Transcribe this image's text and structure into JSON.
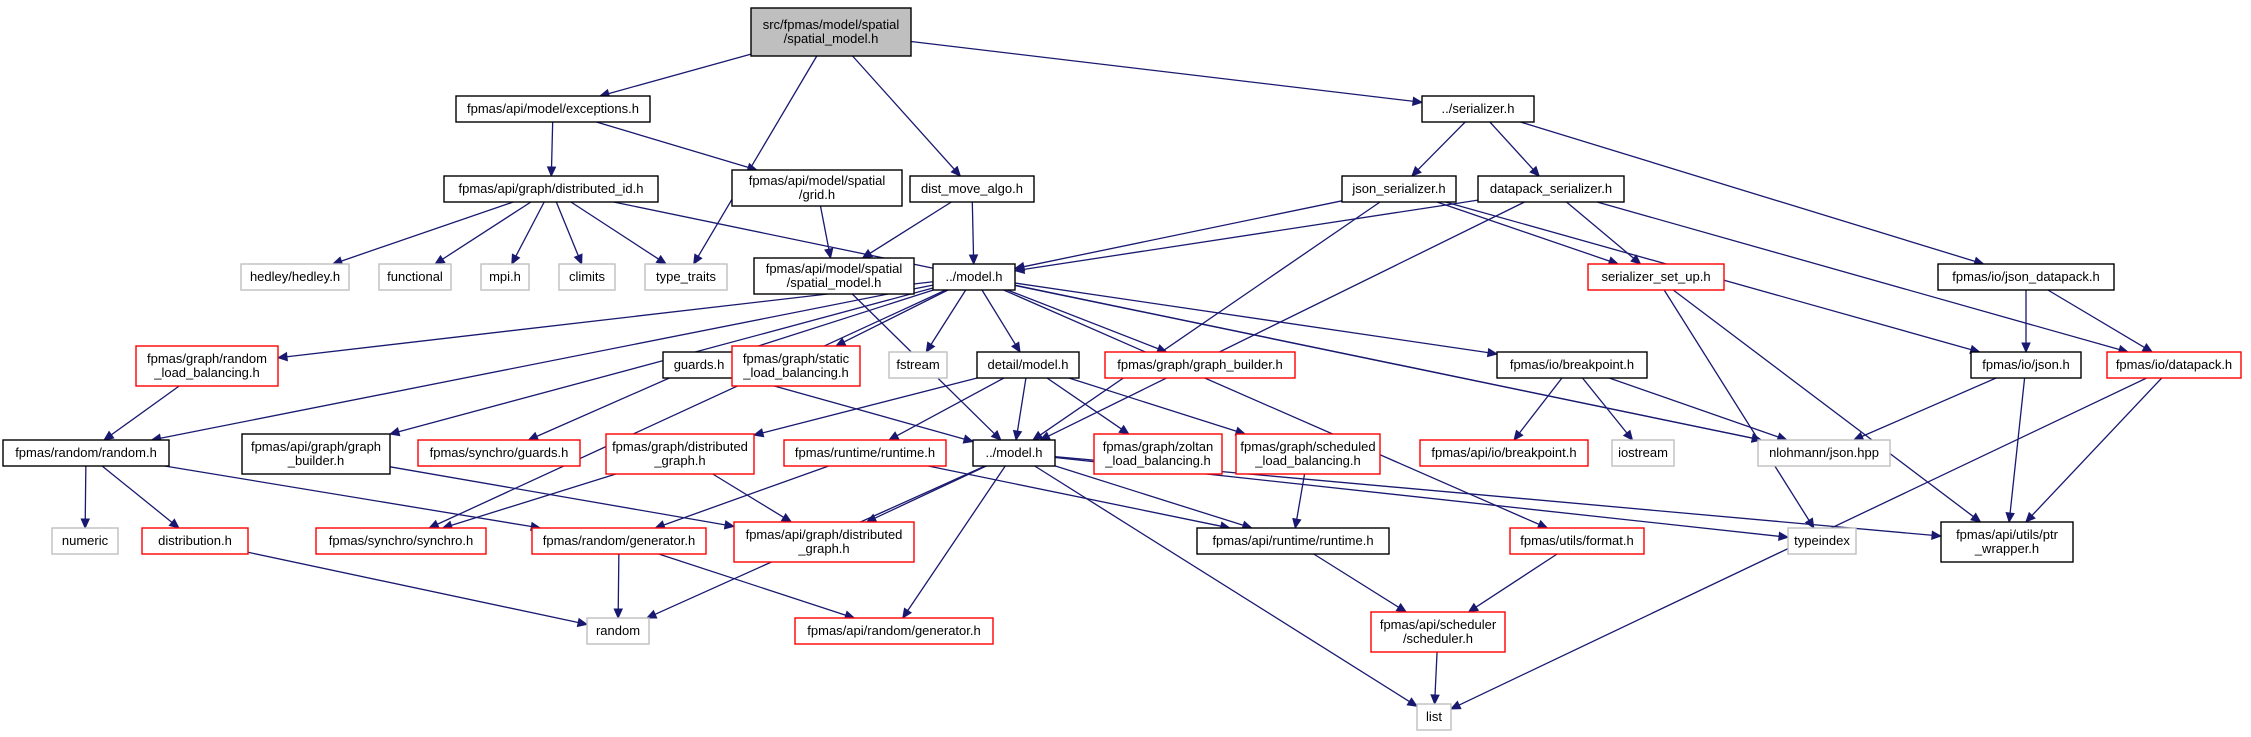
{
  "graph": {
    "colors": {
      "edge": "#191970",
      "border_black": "#000000",
      "border_red": "#ff0000",
      "border_grey": "#bfbfbf",
      "root_fill": "#bfbfbf",
      "fill": "#ffffff"
    },
    "nodes": [
      {
        "id": "root",
        "lines": [
          "src/fpmas/model/spatial",
          "/spatial_model.h"
        ],
        "style": "root"
      },
      {
        "id": "exceptions",
        "lines": [
          "fpmas/api/model/exceptions.h"
        ],
        "style": "black"
      },
      {
        "id": "dist_move",
        "lines": [
          "dist_move_algo.h"
        ],
        "style": "black"
      },
      {
        "id": "serializer",
        "lines": [
          "../serializer.h"
        ],
        "style": "black"
      },
      {
        "id": "distributed_id",
        "lines": [
          "fpmas/api/graph/distributed_id.h"
        ],
        "style": "black"
      },
      {
        "id": "api_grid",
        "lines": [
          "fpmas/api/model/spatial",
          "/grid.h"
        ],
        "style": "black"
      },
      {
        "id": "json_serializer",
        "lines": [
          "json_serializer.h"
        ],
        "style": "black"
      },
      {
        "id": "datapack_serializer",
        "lines": [
          "datapack_serializer.h"
        ],
        "style": "black"
      },
      {
        "id": "hedley",
        "lines": [
          "hedley/hedley.h"
        ],
        "style": "grey"
      },
      {
        "id": "functional",
        "lines": [
          "functional"
        ],
        "style": "grey"
      },
      {
        "id": "mpi",
        "lines": [
          "mpi.h"
        ],
        "style": "grey"
      },
      {
        "id": "climits",
        "lines": [
          "climits"
        ],
        "style": "grey"
      },
      {
        "id": "type_traits",
        "lines": [
          "type_traits"
        ],
        "style": "grey"
      },
      {
        "id": "api_spatial_model",
        "lines": [
          "fpmas/api/model/spatial",
          "/spatial_model.h"
        ],
        "style": "black"
      },
      {
        "id": "model_top",
        "lines": [
          "../model.h"
        ],
        "style": "black"
      },
      {
        "id": "serializer_set_up",
        "lines": [
          "serializer_set_up.h"
        ],
        "style": "red"
      },
      {
        "id": "json_datapack",
        "lines": [
          "fpmas/io/json_datapack.h"
        ],
        "style": "black"
      },
      {
        "id": "random_lb",
        "lines": [
          "fpmas/graph/random",
          "_load_balancing.h"
        ],
        "style": "red"
      },
      {
        "id": "guards",
        "lines": [
          "guards.h"
        ],
        "style": "black"
      },
      {
        "id": "static_lb",
        "lines": [
          "fpmas/graph/static",
          "_load_balancing.h"
        ],
        "style": "red"
      },
      {
        "id": "fstream",
        "lines": [
          "fstream"
        ],
        "style": "grey"
      },
      {
        "id": "detail_model",
        "lines": [
          "detail/model.h"
        ],
        "style": "black"
      },
      {
        "id": "graph_builder",
        "lines": [
          "fpmas/graph/graph_builder.h"
        ],
        "style": "red"
      },
      {
        "id": "io_breakpoint",
        "lines": [
          "fpmas/io/breakpoint.h"
        ],
        "style": "black"
      },
      {
        "id": "io_json",
        "lines": [
          "fpmas/io/json.h"
        ],
        "style": "black"
      },
      {
        "id": "io_datapack",
        "lines": [
          "fpmas/io/datapack.h"
        ],
        "style": "red"
      },
      {
        "id": "random_random",
        "lines": [
          "fpmas/random/random.h"
        ],
        "style": "black"
      },
      {
        "id": "api_graph_builder",
        "lines": [
          "fpmas/api/graph/graph",
          "_builder.h"
        ],
        "style": "black"
      },
      {
        "id": "synchro_guards",
        "lines": [
          "fpmas/synchro/guards.h"
        ],
        "style": "red"
      },
      {
        "id": "graph_distributed_graph",
        "lines": [
          "fpmas/graph/distributed",
          "_graph.h"
        ],
        "style": "red"
      },
      {
        "id": "runtime_runtime",
        "lines": [
          "fpmas/runtime/runtime.h"
        ],
        "style": "red"
      },
      {
        "id": "model_mid",
        "lines": [
          "../model.h"
        ],
        "style": "black"
      },
      {
        "id": "zoltan_lb",
        "lines": [
          "fpmas/graph/zoltan",
          "_load_balancing.h"
        ],
        "style": "red"
      },
      {
        "id": "scheduled_lb",
        "lines": [
          "fpmas/graph/scheduled",
          "_load_balancing.h"
        ],
        "style": "red"
      },
      {
        "id": "api_io_breakpoint",
        "lines": [
          "fpmas/api/io/breakpoint.h"
        ],
        "style": "red"
      },
      {
        "id": "iostream",
        "lines": [
          "iostream"
        ],
        "style": "grey"
      },
      {
        "id": "nlohmann",
        "lines": [
          "nlohmann/json.hpp"
        ],
        "style": "grey"
      },
      {
        "id": "numeric",
        "lines": [
          "numeric"
        ],
        "style": "grey"
      },
      {
        "id": "distribution",
        "lines": [
          "distribution.h"
        ],
        "style": "red"
      },
      {
        "id": "synchro_synchro",
        "lines": [
          "fpmas/synchro/synchro.h"
        ],
        "style": "red"
      },
      {
        "id": "random_generator",
        "lines": [
          "fpmas/random/generator.h"
        ],
        "style": "red"
      },
      {
        "id": "api_distributed_graph",
        "lines": [
          "fpmas/api/graph/distributed",
          "_graph.h"
        ],
        "style": "red"
      },
      {
        "id": "api_runtime",
        "lines": [
          "fpmas/api/runtime/runtime.h"
        ],
        "style": "black"
      },
      {
        "id": "utils_format",
        "lines": [
          "fpmas/utils/format.h"
        ],
        "style": "red"
      },
      {
        "id": "typeindex",
        "lines": [
          "typeindex"
        ],
        "style": "grey"
      },
      {
        "id": "utils_ptr_wrapper",
        "lines": [
          "fpmas/api/utils/ptr",
          "_wrapper.h"
        ],
        "style": "black"
      },
      {
        "id": "random",
        "lines": [
          "random"
        ],
        "style": "grey"
      },
      {
        "id": "api_random_generator",
        "lines": [
          "fpmas/api/random/generator.h"
        ],
        "style": "red"
      },
      {
        "id": "api_scheduler",
        "lines": [
          "fpmas/api/scheduler",
          "/scheduler.h"
        ],
        "style": "red"
      },
      {
        "id": "list",
        "lines": [
          "list"
        ],
        "style": "grey"
      }
    ],
    "edges": [
      [
        "root",
        "exceptions"
      ],
      [
        "root",
        "type_traits"
      ],
      [
        "root",
        "dist_move"
      ],
      [
        "root",
        "serializer"
      ],
      [
        "exceptions",
        "distributed_id"
      ],
      [
        "exceptions",
        "api_grid"
      ],
      [
        "distributed_id",
        "hedley"
      ],
      [
        "distributed_id",
        "functional"
      ],
      [
        "distributed_id",
        "mpi"
      ],
      [
        "distributed_id",
        "climits"
      ],
      [
        "distributed_id",
        "type_traits"
      ],
      [
        "distributed_id",
        "nlohmann"
      ],
      [
        "api_grid",
        "api_spatial_model"
      ],
      [
        "dist_move",
        "api_spatial_model"
      ],
      [
        "dist_move",
        "model_top"
      ],
      [
        "api_spatial_model",
        "model_mid"
      ],
      [
        "serializer",
        "json_serializer"
      ],
      [
        "serializer",
        "datapack_serializer"
      ],
      [
        "serializer",
        "json_datapack"
      ],
      [
        "json_serializer",
        "model_top"
      ],
      [
        "json_serializer",
        "serializer_set_up"
      ],
      [
        "json_serializer",
        "io_json"
      ],
      [
        "json_serializer",
        "model_mid"
      ],
      [
        "datapack_serializer",
        "model_top"
      ],
      [
        "datapack_serializer",
        "serializer_set_up"
      ],
      [
        "datapack_serializer",
        "io_datapack"
      ],
      [
        "datapack_serializer",
        "model_mid"
      ],
      [
        "serializer_set_up",
        "typeindex"
      ],
      [
        "serializer_set_up",
        "utils_ptr_wrapper"
      ],
      [
        "json_datapack",
        "io_json"
      ],
      [
        "json_datapack",
        "io_datapack"
      ],
      [
        "model_top",
        "random_random"
      ],
      [
        "model_top",
        "random_lb"
      ],
      [
        "model_top",
        "synchro_synchro"
      ],
      [
        "model_top",
        "api_graph_builder"
      ],
      [
        "model_top",
        "guards"
      ],
      [
        "model_top",
        "static_lb"
      ],
      [
        "model_top",
        "fstream"
      ],
      [
        "model_top",
        "detail_model"
      ],
      [
        "model_top",
        "graph_builder"
      ],
      [
        "model_top",
        "io_breakpoint"
      ],
      [
        "model_top",
        "utils_format"
      ],
      [
        "model_top",
        "nlohmann"
      ],
      [
        "random_lb",
        "random_random"
      ],
      [
        "guards",
        "synchro_guards"
      ],
      [
        "guards",
        "model_mid"
      ],
      [
        "detail_model",
        "graph_distributed_graph"
      ],
      [
        "detail_model",
        "runtime_runtime"
      ],
      [
        "detail_model",
        "model_mid"
      ],
      [
        "detail_model",
        "zoltan_lb"
      ],
      [
        "detail_model",
        "scheduled_lb"
      ],
      [
        "io_breakpoint",
        "api_io_breakpoint"
      ],
      [
        "io_breakpoint",
        "iostream"
      ],
      [
        "io_breakpoint",
        "nlohmann"
      ],
      [
        "io_json",
        "nlohmann"
      ],
      [
        "io_json",
        "utils_ptr_wrapper"
      ],
      [
        "io_datapack",
        "utils_ptr_wrapper"
      ],
      [
        "io_datapack",
        "list"
      ],
      [
        "random_random",
        "numeric"
      ],
      [
        "random_random",
        "distribution"
      ],
      [
        "random_random",
        "random_generator"
      ],
      [
        "distribution",
        "random"
      ],
      [
        "api_graph_builder",
        "api_distributed_graph"
      ],
      [
        "graph_distributed_graph",
        "synchro_synchro"
      ],
      [
        "graph_distributed_graph",
        "api_distributed_graph"
      ],
      [
        "runtime_runtime",
        "random_generator"
      ],
      [
        "runtime_runtime",
        "api_runtime"
      ],
      [
        "model_mid",
        "api_distributed_graph"
      ],
      [
        "model_mid",
        "random"
      ],
      [
        "model_mid",
        "api_random_generator"
      ],
      [
        "model_mid",
        "api_runtime"
      ],
      [
        "model_mid",
        "typeindex"
      ],
      [
        "model_mid",
        "utils_ptr_wrapper"
      ],
      [
        "model_mid",
        "list"
      ],
      [
        "scheduled_lb",
        "api_runtime"
      ],
      [
        "random_generator",
        "random"
      ],
      [
        "random_generator",
        "api_random_generator"
      ],
      [
        "api_runtime",
        "api_scheduler"
      ],
      [
        "utils_format",
        "api_scheduler"
      ],
      [
        "api_scheduler",
        "list"
      ]
    ]
  }
}
